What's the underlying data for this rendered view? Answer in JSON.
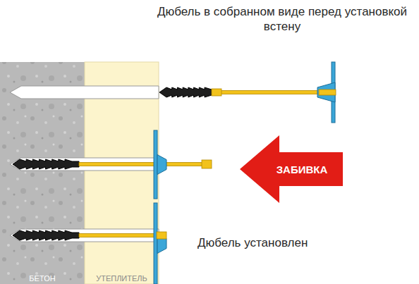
{
  "diagram": {
    "nodes": [
      {
        "text": [
          "БЕТОН"
        ]
      },
      {
        "text": [
          "УТЕПЛИТЕЛЬ"
        ]
      },
      {
        "text": [
          "ЗАБИВКА"
        ]
      }
    ],
    "labels": [
      "Дюбель в собранном виде перед установкой встену",
      "Дюбель установлен"
    ]
  }
}
